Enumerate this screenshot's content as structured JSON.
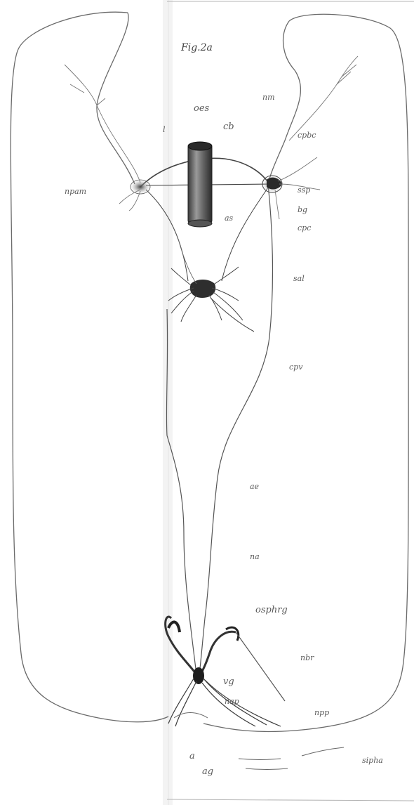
{
  "figure": {
    "title": "Fig.2a",
    "labels": {
      "npam": "npam",
      "oes": "oes",
      "cb": "cb",
      "nm": "nm",
      "l": "l",
      "cpbc": "cpbc",
      "ssp": "ssp",
      "bg": "bg",
      "cpc": "cpc",
      "as": "as",
      "sal": "sal",
      "cpv": "cpv",
      "ae": "ae",
      "na": "na",
      "osphrg": "osphrg",
      "nbr": "nbr",
      "vg": "vg",
      "nap": "nap",
      "npp": "npp",
      "a": "a",
      "ag": "ag",
      "sipha": "sipha"
    }
  }
}
